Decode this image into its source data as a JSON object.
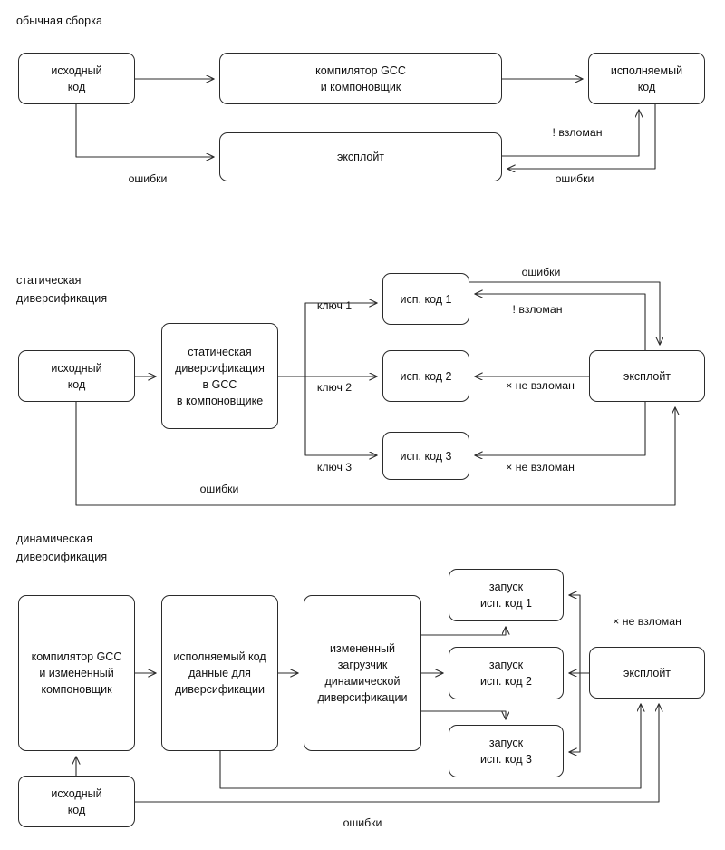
{
  "diagram": {
    "title_hidden": "",
    "stroke_color": "#2b2b2b",
    "text_color": "#101010",
    "background": "#ffffff"
  },
  "sections": [
    {
      "id": "ordinary-build",
      "label": "обычная сборка",
      "nodes": [
        {
          "id": "src-1",
          "label": "исходный\nкод"
        },
        {
          "id": "gcc-1",
          "label": "компилятор GCC\nи компоновщик"
        },
        {
          "id": "exe-1",
          "label": "исполняемый\nкод"
        },
        {
          "id": "exploit-1",
          "label": "эксплойт"
        }
      ],
      "edge_labels": [
        {
          "id": "err-src-exploit-1",
          "text": "ошибки"
        },
        {
          "id": "hacked-1",
          "text": "! взломан"
        },
        {
          "id": "err-exe-exploit-1",
          "text": "ошибки"
        }
      ]
    },
    {
      "id": "static-diversification",
      "label": "статическая\nдиверсификация",
      "nodes": [
        {
          "id": "src-2",
          "label": "исходный\nкод"
        },
        {
          "id": "statdiv",
          "label": "статическая\nдиверсификация\nв GCC\nв компоновщике"
        },
        {
          "id": "exe2-1",
          "label": "исп. код 1"
        },
        {
          "id": "exe2-2",
          "label": "исп. код 2"
        },
        {
          "id": "exe2-3",
          "label": "исп. код 3"
        },
        {
          "id": "exploit-2",
          "label": "эксплойт"
        }
      ],
      "edge_labels": [
        {
          "id": "key-1",
          "text": "ключ 1"
        },
        {
          "id": "key-2",
          "text": "ключ 2"
        },
        {
          "id": "key-3",
          "text": "ключ 3"
        },
        {
          "id": "err-top-2",
          "text": "ошибки"
        },
        {
          "id": "hacked-2",
          "text": "! взломан"
        },
        {
          "id": "nothacked-2a",
          "text": "× не взломан"
        },
        {
          "id": "nothacked-2b",
          "text": "× не взломан"
        },
        {
          "id": "err-bottom-2",
          "text": "ошибки"
        }
      ]
    },
    {
      "id": "dynamic-diversification",
      "label": "динамическая\nдиверсификация",
      "nodes": [
        {
          "id": "gcc-3",
          "label": "компилятор GCC\nи измененный\nкомпоновщик"
        },
        {
          "id": "exedata-3",
          "label": "исполняемый код\nданные для\nдиверсификации"
        },
        {
          "id": "loader-3",
          "label": "измененный\nзагрузчик\nдинамической\nдиверсификации"
        },
        {
          "id": "run-1",
          "label": "запуск\nисп. код 1"
        },
        {
          "id": "run-2",
          "label": "запуск\nисп. код 2"
        },
        {
          "id": "run-3",
          "label": "запуск\nисп. код 3"
        },
        {
          "id": "src-3",
          "label": "исходный\nкод"
        },
        {
          "id": "exploit-3",
          "label": "эксплойт"
        }
      ],
      "edge_labels": [
        {
          "id": "nothacked-3",
          "text": "× не взломан"
        },
        {
          "id": "err-bottom-3",
          "text": "ошибки"
        }
      ]
    }
  ]
}
